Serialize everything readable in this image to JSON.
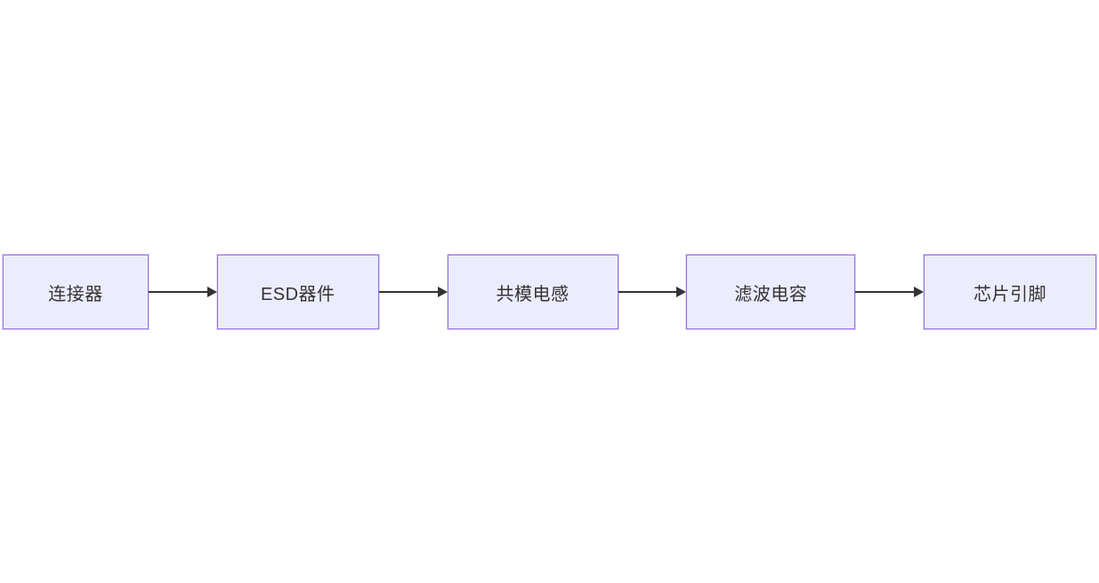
{
  "diagram": {
    "type": "flowchart-left-to-right",
    "nodes": [
      {
        "id": "connector",
        "label": "连接器"
      },
      {
        "id": "esd-device",
        "label": "ESD器件"
      },
      {
        "id": "common-mode-choke",
        "label": "共模电感"
      },
      {
        "id": "filter-capacitor",
        "label": "滤波电容"
      },
      {
        "id": "chip-pin",
        "label": "芯片引脚"
      }
    ],
    "edges": [
      {
        "from": "连接器",
        "to": "ESD器件",
        "style": "solid-arrow"
      },
      {
        "from": "ESD器件",
        "to": "共模电感",
        "style": "solid-arrow"
      },
      {
        "from": "共模电感",
        "to": "滤波电容",
        "style": "solid-arrow"
      },
      {
        "from": "滤波电容",
        "to": "芯片引脚",
        "style": "solid-arrow"
      }
    ],
    "colors": {
      "node_fill": "#ECECFF",
      "node_border": "#9370DB",
      "arrow": "#333333",
      "text": "#333333",
      "background": "#FFFFFF"
    }
  }
}
